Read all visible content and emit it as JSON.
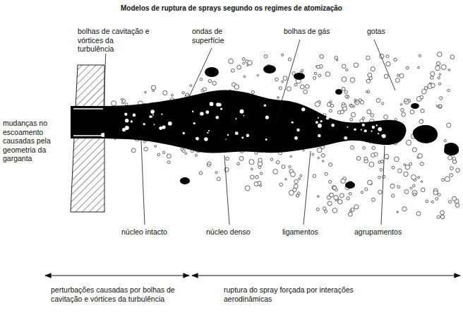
{
  "diagram": {
    "title": "Modelos de ruptura de sprays segundo os regimes de atomização",
    "labels": [
      "bolhas de cavitação e vórtices da turbulência",
      "ondas de superfície",
      "bolhas de gás",
      "gotas",
      "mudanças no escoamento causadas pela geometria da garganta",
      "núcleo intacto",
      "núcleo denso",
      "ligamentos",
      "agrupamentos",
      "perturbações causadas por bolhas de cavitação e vórtices da turbulência",
      "ruptura do spray forçada por interações aerodinâmicas"
    ]
  }
}
